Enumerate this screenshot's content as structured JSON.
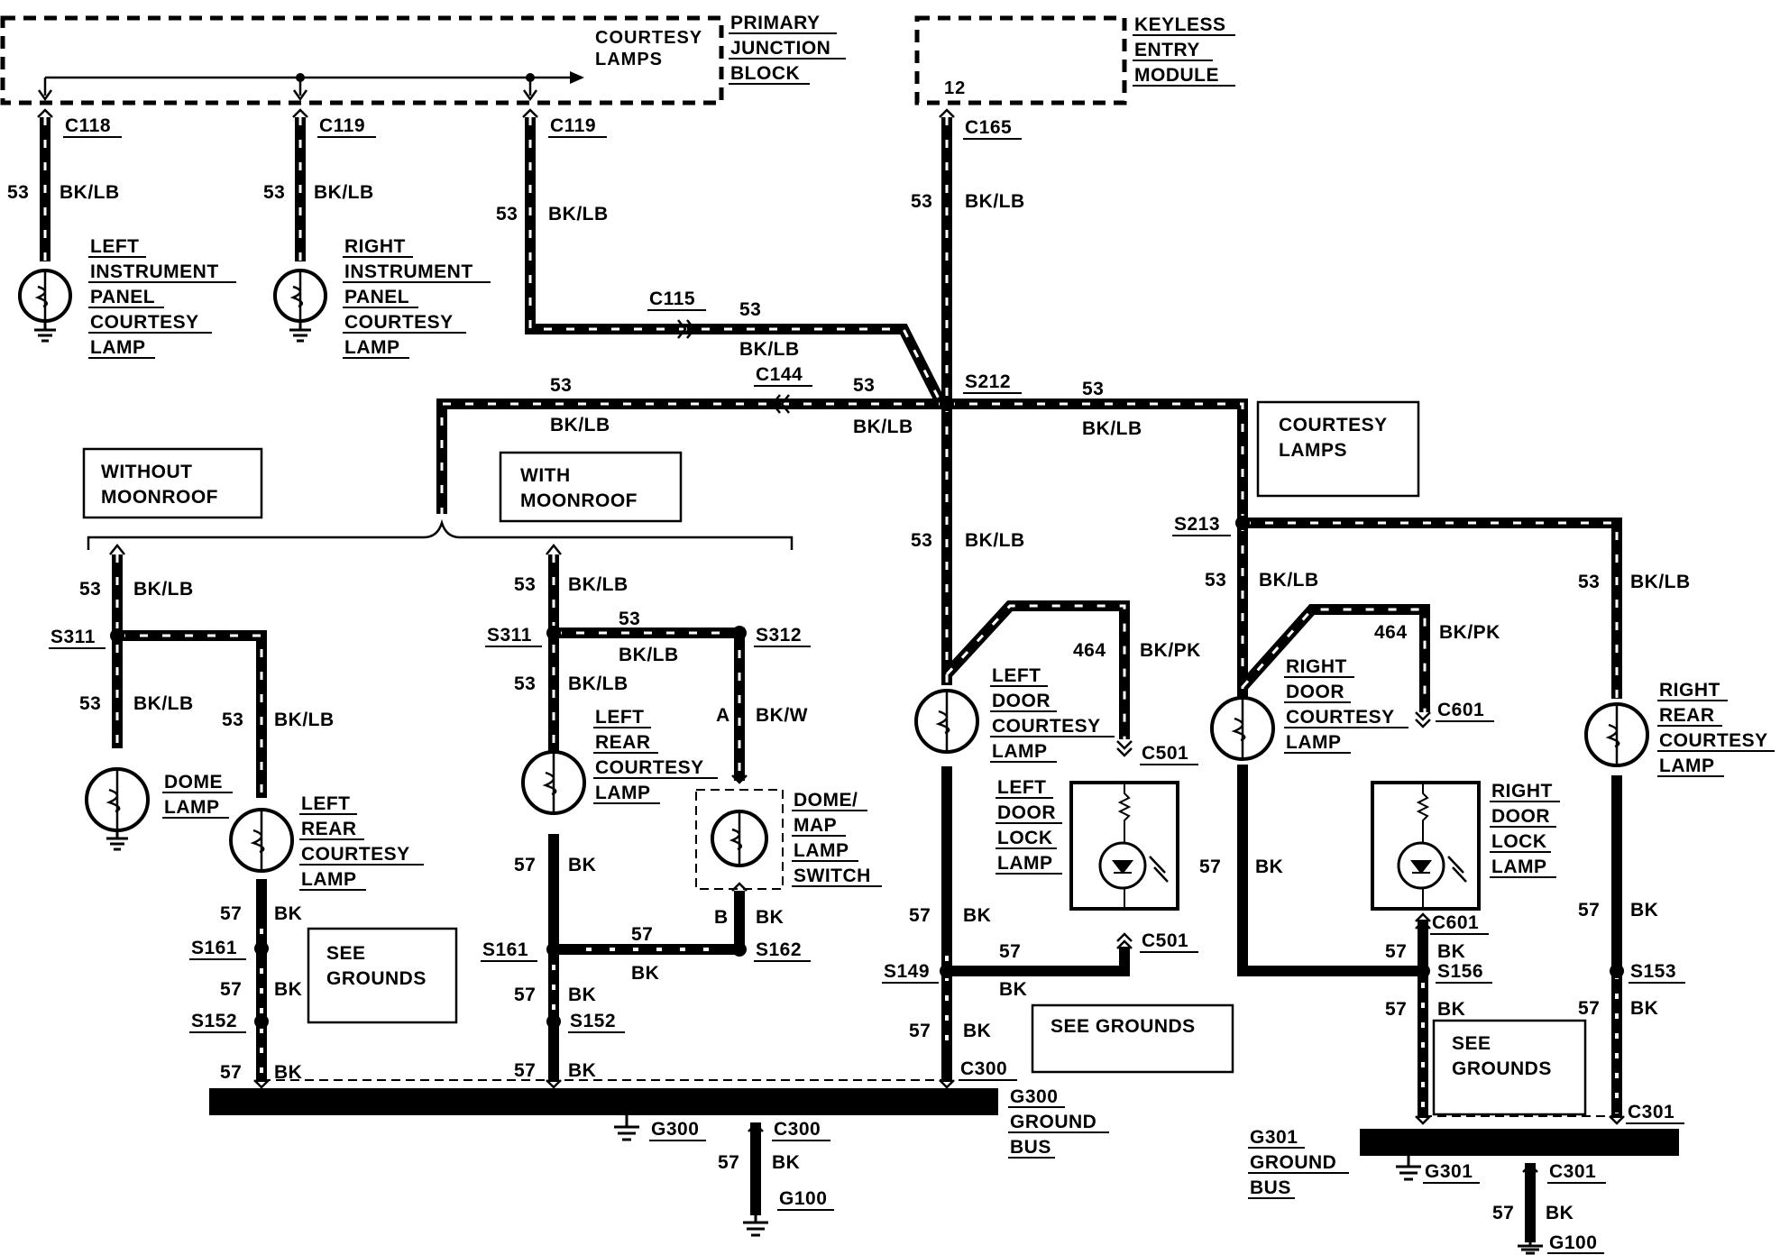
{
  "modules": {
    "primary_junction_block": [
      "PRIMARY",
      "JUNCTION",
      "BLOCK"
    ],
    "courtesy_lamps_internal": [
      "COURTESY",
      "LAMPS"
    ],
    "keyless_entry_module": [
      "KEYLESS",
      "ENTRY",
      "MODULE"
    ],
    "keyless_pin": "12"
  },
  "connectors": {
    "c118": "C118",
    "c119": "C119",
    "c165": "C165",
    "c115": "C115",
    "c144": "C144",
    "c501": "C501",
    "c601": "C601",
    "c300": "C300",
    "c301": "C301"
  },
  "splices": {
    "s212": "S212",
    "s213": "S213",
    "s311": "S311",
    "s312": "S312",
    "s161": "S161",
    "s162": "S162",
    "s152": "S152",
    "s149": "S149",
    "s156": "S156",
    "s153": "S153"
  },
  "grounds": {
    "g300": "G300",
    "g301": "G301",
    "g100": "G100"
  },
  "circuits": {
    "c53": "53",
    "c57": "57",
    "c464": "464"
  },
  "colors": {
    "bklb": "BK/LB",
    "bk": "BK",
    "bkpk": "BK/PK",
    "bkw": "BK/W"
  },
  "pins": {
    "a": "A",
    "b": "B"
  },
  "components": {
    "left_ip_lamp": [
      "LEFT",
      "INSTRUMENT",
      "PANEL",
      "COURTESY",
      "LAMP"
    ],
    "right_ip_lamp": [
      "RIGHT",
      "INSTRUMENT",
      "PANEL",
      "COURTESY",
      "LAMP"
    ],
    "dome_lamp": [
      "DOME",
      "LAMP"
    ],
    "left_rear_lamp": [
      "LEFT",
      "REAR",
      "COURTESY",
      "LAMP"
    ],
    "dome_map_switch": [
      "DOME/",
      "MAP",
      "LAMP",
      "SWITCH"
    ],
    "left_door_lamp": [
      "LEFT",
      "DOOR",
      "COURTESY",
      "LAMP"
    ],
    "left_door_lock_lamp": [
      "LEFT",
      "DOOR",
      "LOCK",
      "LAMP"
    ],
    "right_door_lamp": [
      "RIGHT",
      "DOOR",
      "COURTESY",
      "LAMP"
    ],
    "right_door_lock_lamp": [
      "RIGHT",
      "DOOR",
      "LOCK",
      "LAMP"
    ],
    "right_rear_lamp": [
      "RIGHT",
      "REAR",
      "COURTESY",
      "LAMP"
    ],
    "g300_bus": [
      "G300",
      "GROUND",
      "BUS"
    ],
    "g301_bus": [
      "G301",
      "GROUND",
      "BUS"
    ]
  },
  "notes": {
    "without_moonroof": [
      "WITHOUT",
      "MOONROOF"
    ],
    "with_moonroof": [
      "WITH",
      "MOONROOF"
    ],
    "courtesy_lamps": [
      "COURTESY",
      "LAMPS"
    ],
    "see_grounds": [
      "SEE",
      "GROUNDS"
    ],
    "see_grounds_one_line": "SEE GROUNDS"
  }
}
